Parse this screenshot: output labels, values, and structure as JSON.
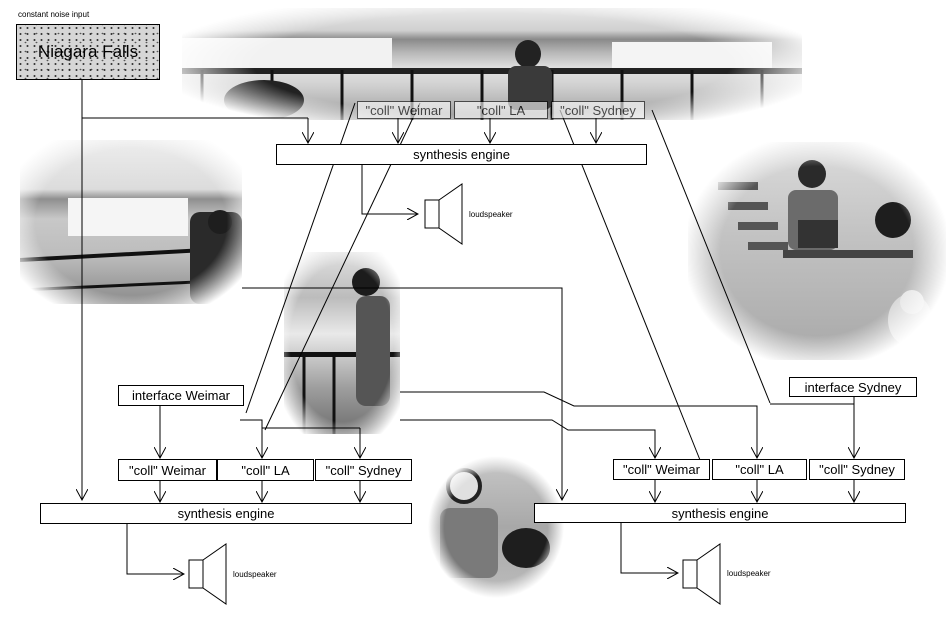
{
  "noise_source": {
    "caption": "constant noise input",
    "label": "Niagara Falls"
  },
  "top": {
    "colls": [
      "\"coll\" Weimar",
      "\"coll\" LA",
      "\"coll\" Sydney"
    ],
    "engine": "synthesis engine",
    "speaker": "loudspeaker"
  },
  "left": {
    "interface": "interface Weimar",
    "colls": [
      "\"coll\" Weimar",
      "\"coll\" LA",
      "\"coll\" Sydney"
    ],
    "engine": "synthesis engine",
    "speaker": "loudspeaker"
  },
  "right": {
    "interface": "interface Sydney",
    "colls": [
      "\"coll\" Weimar",
      "\"coll\" LA",
      "\"coll\" Sydney"
    ],
    "engine": "synthesis engine",
    "speaker": "loudspeaker"
  },
  "photos": [
    "niagara-falls-panorama-photo",
    "niagara-falls-photo",
    "performer-at-railing-photo",
    "performer-with-laptop-cafe-photo",
    "performer-with-headphones-photo"
  ]
}
